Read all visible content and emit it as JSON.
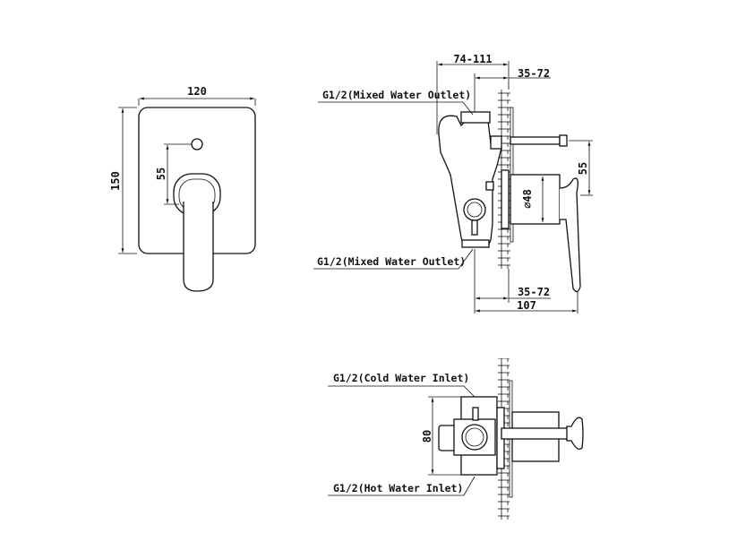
{
  "front_view": {
    "width_dim": "120",
    "height_dim": "150",
    "offset_dim": "55"
  },
  "side_view": {
    "top_dim": "74-111",
    "wall_dim_top": "35-72",
    "wall_dim_bottom": "35-72",
    "total_dim": "107",
    "diameter_dim": "⌀48",
    "offset_dim": "55",
    "label_top": "G1/2(Mixed Water Outlet)",
    "label_bottom": "G1/2(Mixed Water Outlet)"
  },
  "bottom_view": {
    "height_dim": "80",
    "label_top": "G1/2(Cold Water Inlet)",
    "label_bottom": "G1/2(Hot Water Inlet)"
  }
}
